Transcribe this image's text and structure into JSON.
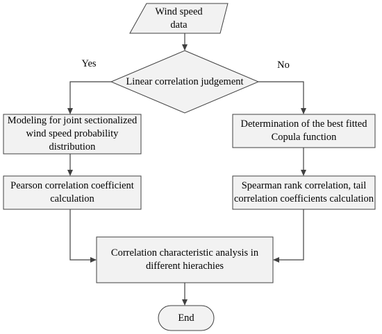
{
  "nodes": {
    "input": "Wind speed\ndata",
    "decision": "Linear correlation judgement",
    "left1": "Modeling for joint sectionalized\nwind speed probability\ndistribution",
    "left2": "Pearson correlation coefficient\ncalculation",
    "right1": "Determination of the best fitted\nCopula function",
    "right2": "Spearman rank correlation, tail\ncorrelation  coefficients calculation",
    "merge": "Correlation characteristic analysis in\ndifferent hierachies",
    "end": "End"
  },
  "edge_labels": {
    "yes": "Yes",
    "no": "No"
  },
  "colors": {
    "shape_fill": "#f2f2f2",
    "stroke": "#404040",
    "text": "#000000"
  }
}
